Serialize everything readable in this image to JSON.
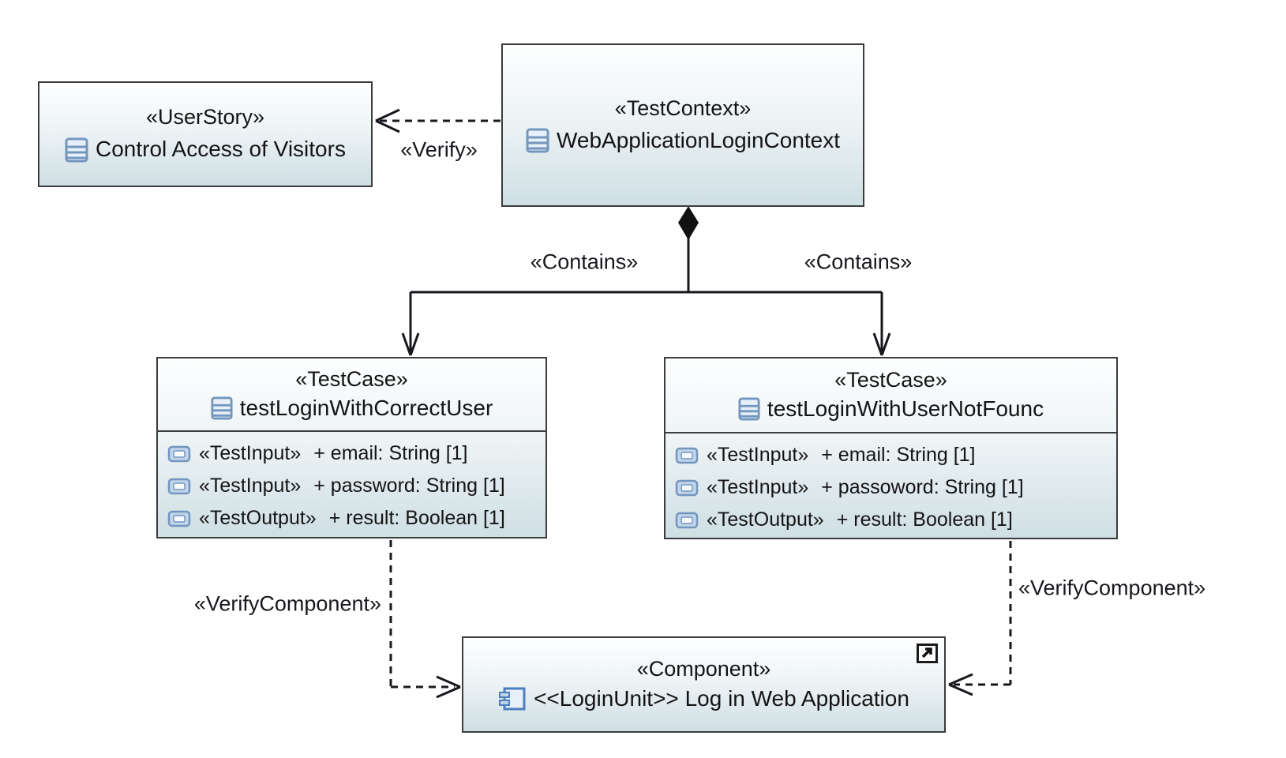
{
  "diagram": {
    "title": "UML test-context diagram",
    "colors": {
      "node_border": "#3c3c3c",
      "node_fill_top": "#fdfeff",
      "node_fill_bottom": "#cfdfe4",
      "icon_blue": "#7396bf",
      "line_color": "#16181d"
    },
    "nodes": {
      "user_story": {
        "stereotype": "«UserStory»",
        "name": "Control Access of Visitors"
      },
      "test_context": {
        "stereotype": "«TestContext»",
        "name": "WebApplicationLoginContext"
      },
      "test_case_left": {
        "stereotype": "«TestCase»",
        "name": "testLoginWithCorrectUser",
        "attributes": [
          {
            "stereotype": "«TestInput»",
            "text": "+ email: String [1]"
          },
          {
            "stereotype": "«TestInput»",
            "text": "+ password: String [1]"
          },
          {
            "stereotype": "«TestOutput»",
            "text": "+ result: Boolean [1]"
          }
        ]
      },
      "test_case_right": {
        "stereotype": "«TestCase»",
        "name": "testLoginWithUserNotFounc",
        "attributes": [
          {
            "stereotype": "«TestInput»",
            "text": "+ email: String [1]"
          },
          {
            "stereotype": "«TestInput»",
            "text": "+ passoword: String [1]"
          },
          {
            "stereotype": "«TestOutput»",
            "text": "+ result: Boolean [1]"
          }
        ]
      },
      "component": {
        "stereotype": "«Component»",
        "name": "<<LoginUnit>> Log in Web Application"
      }
    },
    "edges": {
      "verify": {
        "label": "«Verify»"
      },
      "contains_left": {
        "label": "«Contains»"
      },
      "contains_right": {
        "label": "«Contains»"
      },
      "verify_component_left": {
        "label": "«VerifyComponent»"
      },
      "verify_component_right": {
        "label": "«VerifyComponent»"
      }
    }
  }
}
